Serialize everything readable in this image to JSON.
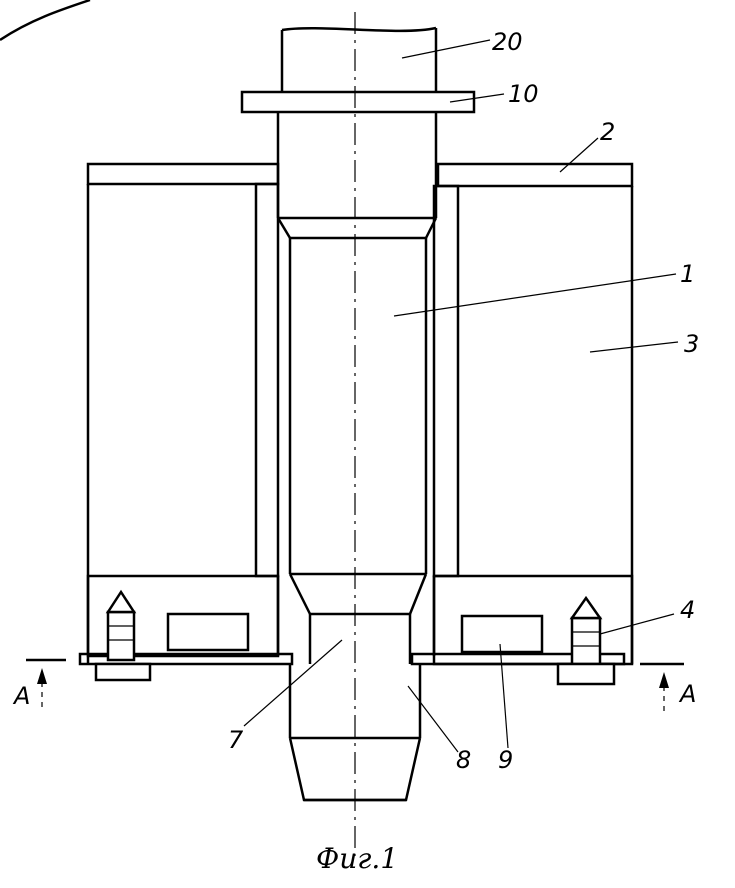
{
  "caption": "Фиг.1",
  "labels": {
    "l20": "20",
    "l10": "10",
    "l2": "2",
    "l1": "1",
    "l3": "3",
    "l4": "4",
    "l7": "7",
    "l8": "8",
    "l9": "9",
    "sectionLeft": "A",
    "sectionRight": "A"
  }
}
